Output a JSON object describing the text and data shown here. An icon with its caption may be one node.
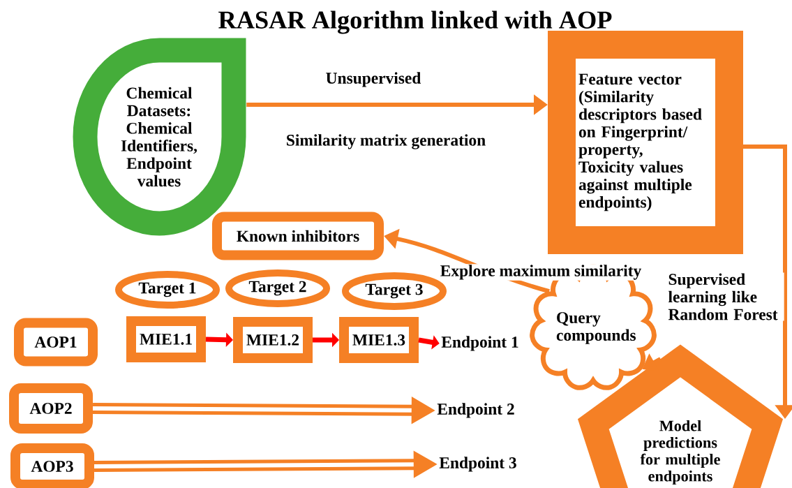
{
  "diagram": {
    "title": "RASAR Algorithm linked with AOP",
    "nodes": [
      {
        "text": [
          "Chemical Datasets: Chemical Identifiers, Endpoint values"
        ]
      },
      {
        "text": [
          "Feature vector (Similarity descriptors based on Fingerprint/ property, Toxicity values against multiple endpoints)"
        ]
      },
      {
        "text": [
          "Known inhibitors"
        ]
      },
      {
        "text": [
          "Target 1"
        ]
      },
      {
        "text": [
          "Target 2"
        ]
      },
      {
        "text": [
          "Target 3"
        ]
      },
      {
        "text": [
          "AOP1"
        ]
      },
      {
        "text": [
          "MIE1.1"
        ]
      },
      {
        "text": [
          "MIE1.2"
        ]
      },
      {
        "text": [
          "MIE1.3"
        ]
      },
      {
        "text": [
          "Endpoint 1"
        ]
      },
      {
        "text": [
          "Query compounds"
        ]
      },
      {
        "text": [
          "AOP2"
        ]
      },
      {
        "text": [
          "Endpoint 2"
        ]
      },
      {
        "text": [
          "AOP3"
        ]
      },
      {
        "text": [
          "Endpoint 3"
        ]
      },
      {
        "text": [
          "Model predictions for multiple endpoints"
        ]
      }
    ],
    "edges": [
      {
        "from": 0,
        "to": 1,
        "arrow": "to",
        "label": "Unsupervised"
      },
      {
        "from": 1,
        "to": 16,
        "arrow": "to",
        "label": "Supervised learning like Random Forest"
      },
      {
        "from": 16,
        "to": 11,
        "arrow": "to"
      },
      {
        "from": 11,
        "to": 2,
        "arrow": "to",
        "label": "Explore maximum similarity"
      },
      {
        "from": 7,
        "to": 8,
        "arrow": "to",
        "color": "#ff0000"
      },
      {
        "from": 8,
        "to": 9,
        "arrow": "to",
        "color": "#ff0000"
      },
      {
        "from": 9,
        "to": 10,
        "arrow": "to",
        "color": "#ff0000"
      },
      {
        "from": 12,
        "to": 13,
        "arrow": "to",
        "style": "thick"
      },
      {
        "from": 14,
        "to": 15,
        "arrow": "to",
        "style": "thick"
      }
    ],
    "labels": [
      "Similarity matrix generation"
    ]
  }
}
